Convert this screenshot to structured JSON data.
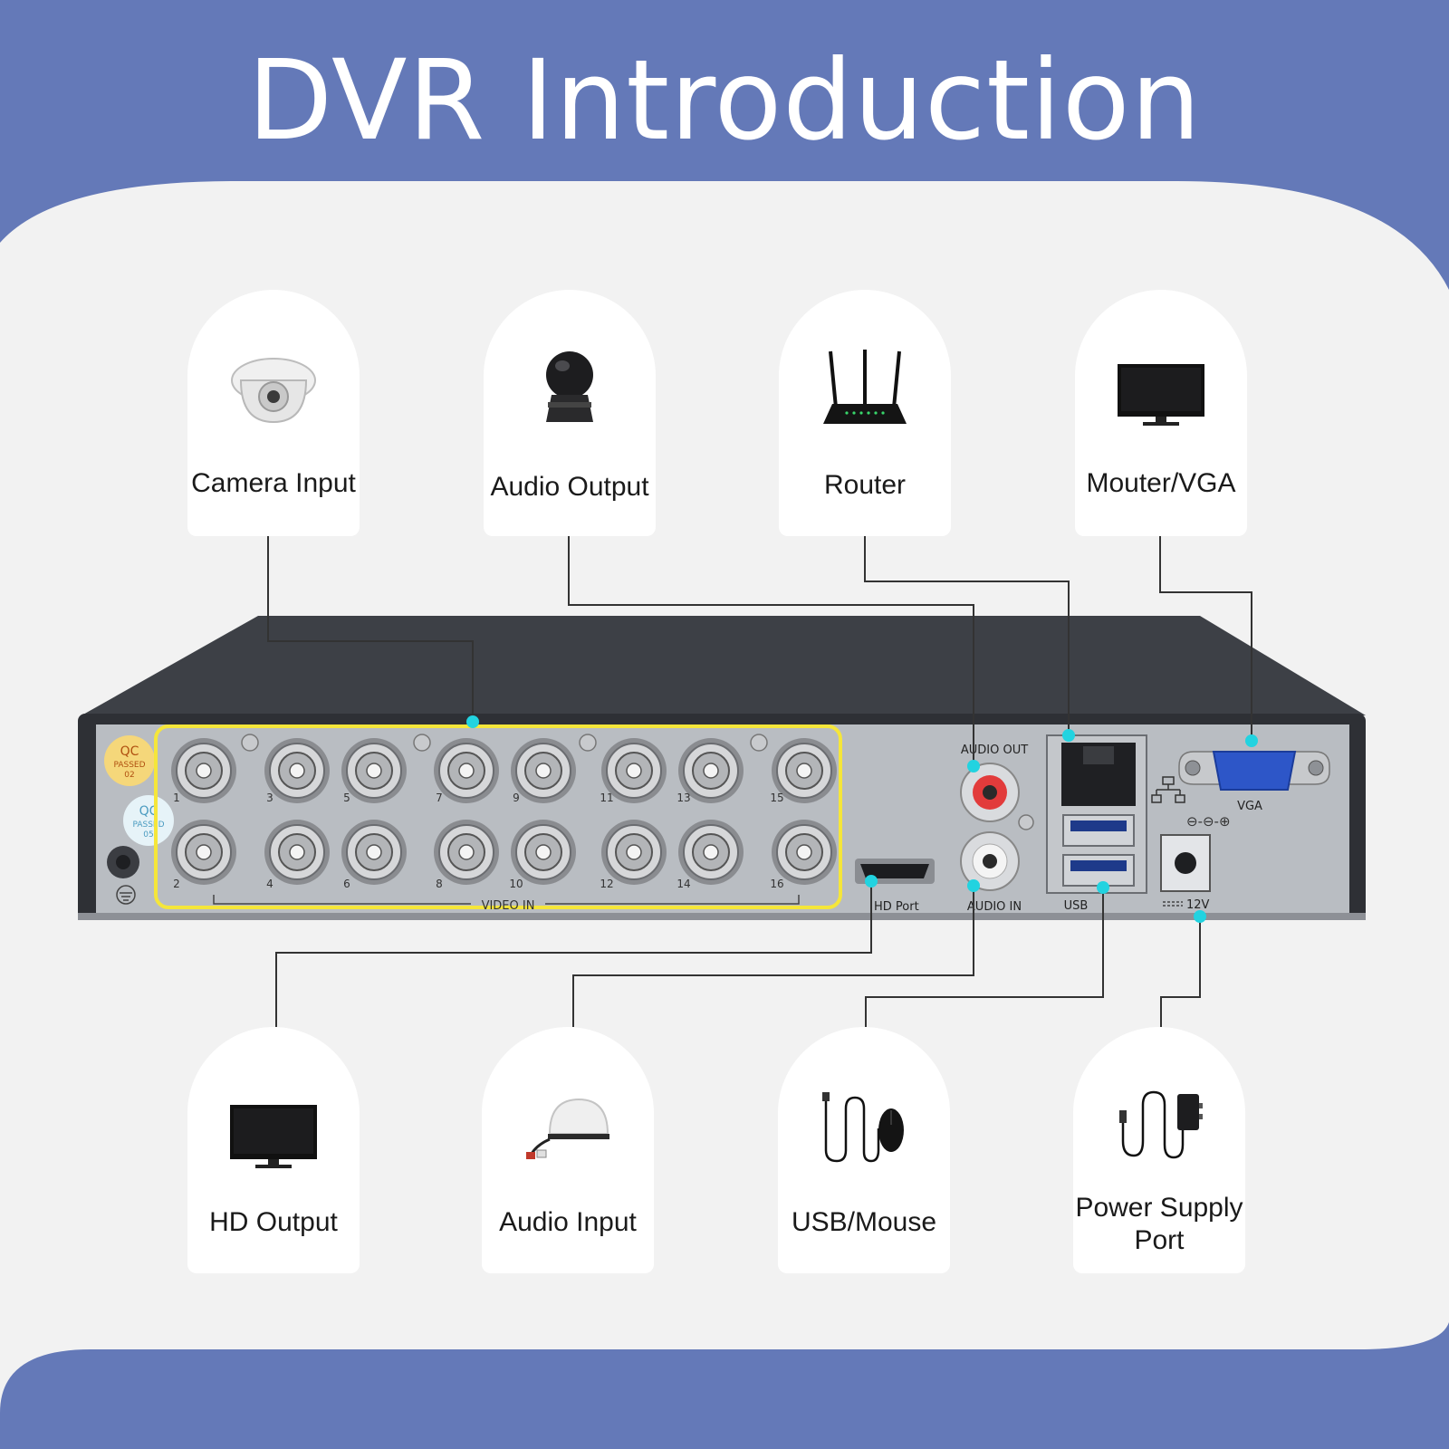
{
  "title": "DVR Introduction",
  "top_labels": [
    "Camera Input",
    "Audio Output",
    "Router",
    "Mouter/VGA"
  ],
  "bottom_labels": [
    "HD Output",
    "Audio Input",
    "USB/Mouse",
    "Power Supply",
    "Port"
  ],
  "dvr": {
    "qc1": [
      "QC",
      "PASSED",
      "02"
    ],
    "qc2": [
      "QC",
      "PASSED",
      "05"
    ],
    "port_numbers_top": [
      "1",
      "3",
      "5",
      "7",
      "9",
      "11",
      "13",
      "15"
    ],
    "port_numbers_bottom": [
      "2",
      "4",
      "6",
      "8",
      "10",
      "12",
      "14",
      "16"
    ],
    "video_in": "VIDEO IN",
    "audio_out": "AUDIO OUT",
    "audio_in": "AUDIO IN",
    "hd_port": "HD Port",
    "usb": "USB",
    "vga": "VGA",
    "power": "12V"
  },
  "colors": {
    "background": "#6479b8",
    "panel": "#f2f2f2",
    "highlight": "#f5e63a",
    "dot": "#22d3e0",
    "connector": "#333333"
  }
}
